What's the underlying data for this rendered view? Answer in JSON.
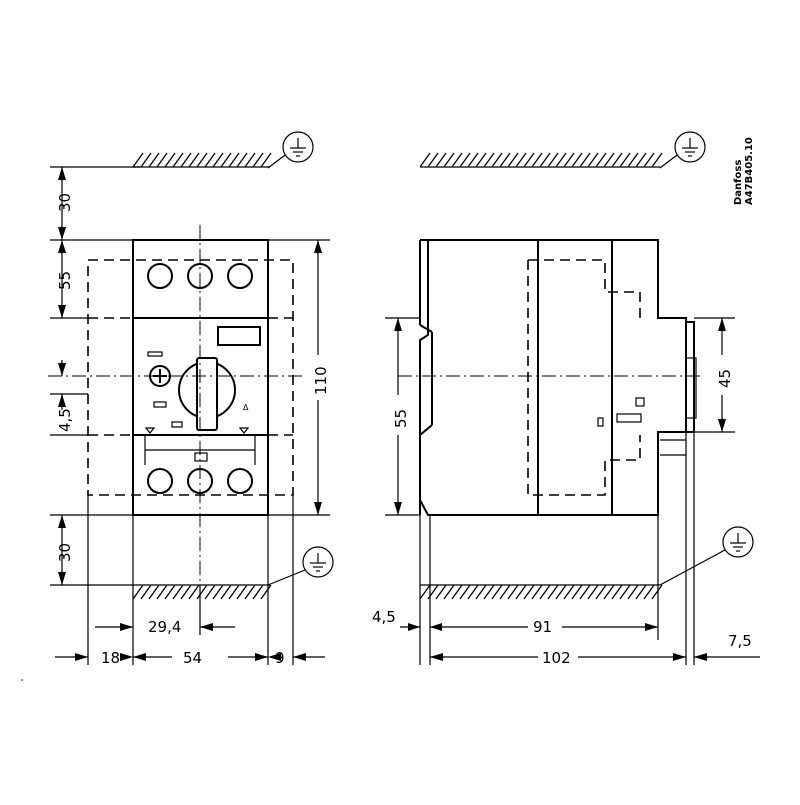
{
  "drawing_ref": {
    "brand": "Danfoss",
    "code": "A47B405.10"
  },
  "dimensions": {
    "front_top_clearance": "30",
    "front_mount_spacing": "55",
    "front_offset": "4,5",
    "front_bottom_clearance": "30",
    "front_height": "110",
    "front_hole_spacing": "29,4",
    "front_left_margin": "18",
    "front_width": "54",
    "front_right_margin": "9",
    "side_mount_spacing": "55",
    "side_rail_height": "45",
    "side_rail_offset": "4,5",
    "side_depth": "91",
    "side_total_depth": "102",
    "side_right_margin": "7,5"
  },
  "symbols": {
    "earth": "earth-ground-symbol"
  }
}
